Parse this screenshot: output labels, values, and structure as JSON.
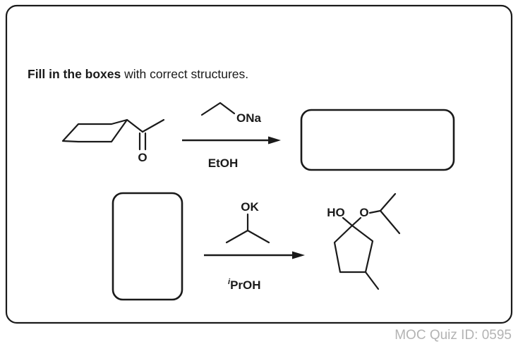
{
  "instruction": {
    "bold": "Fill in the boxes",
    "rest": " with correct structures."
  },
  "reaction1": {
    "reagent_above": "ONa",
    "solvent_below": "EtOH",
    "ketone_oxygen": "O"
  },
  "reaction2": {
    "reagent_above": "OK",
    "solvent_prefix": "i",
    "solvent_below": "PrOH",
    "product_hydroxyl": "HO",
    "product_ether_oxygen": "O"
  },
  "footer": "MOC Quiz ID: 0595"
}
